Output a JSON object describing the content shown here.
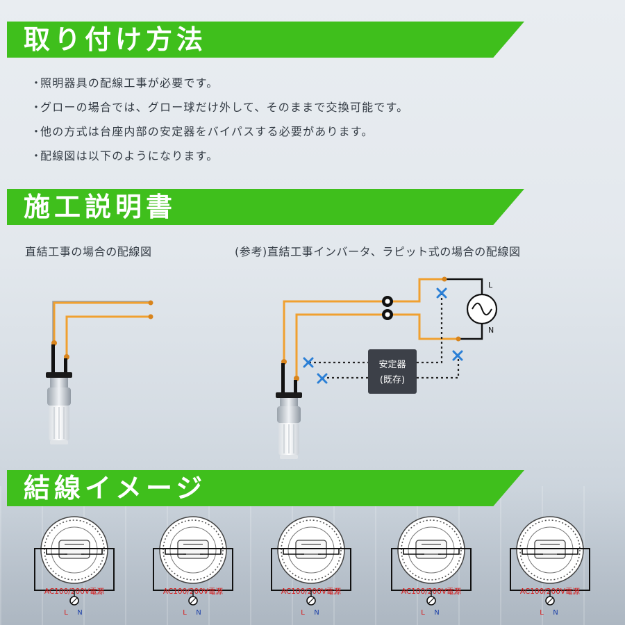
{
  "sections": {
    "installation": {
      "title": "取り付け方法"
    },
    "instructions": {
      "title": "施工説明書"
    },
    "wiring_image": {
      "title": "結線イメージ"
    }
  },
  "bullets": [
    "照明器具の配線工事が必要です。",
    "グローの場合では、グロー球だけ外して、そのままで交換可能です。",
    "他の方式は台座内部の安定器をバイパスする必要があります。",
    "配線図は以下のようになります。"
  ],
  "bullet_marker": "・",
  "diagrams": {
    "left_caption": "直結工事の場合の配線図",
    "right_caption": "(参考)直結工事インバータ、ラピット式の場合の配線図",
    "ballast_line1": "安定器",
    "ballast_line2": "(既存)",
    "live_label": "L",
    "neutral_label": "N"
  },
  "fixtures": {
    "power_label": "AC100/200V電源",
    "l_label": "L",
    "n_label": "N"
  },
  "colors": {
    "banner_green": "#3fbf1c",
    "wire_orange": "#f0a030",
    "cross_blue": "#2a7fd6",
    "ballast_dark": "#3c4048",
    "power_text_red": "#d81818"
  }
}
